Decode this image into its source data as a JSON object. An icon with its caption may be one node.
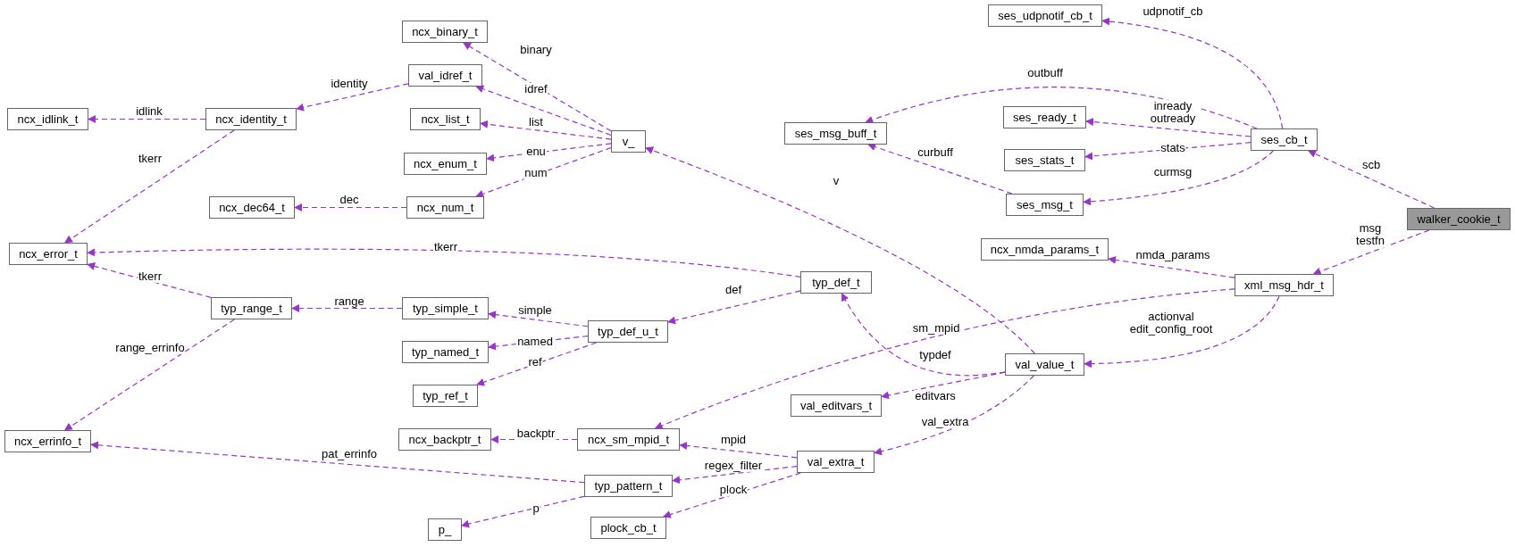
{
  "diagram": {
    "nodes": [
      {
        "text": [
          "ses_udpnotif_cb_t"
        ]
      },
      {
        "text": [
          "ncx_binary_t"
        ]
      },
      {
        "text": [
          "val_idref_t"
        ]
      },
      {
        "text": [
          "ncx_idlink_t"
        ]
      },
      {
        "text": [
          "ncx_identity_t"
        ]
      },
      {
        "text": [
          "ncx_list_t"
        ]
      },
      {
        "text": [
          "ses_msg_buff_t"
        ]
      },
      {
        "text": [
          "ses_ready_t"
        ]
      },
      {
        "text": [
          "ses_cb_t"
        ]
      },
      {
        "text": [
          "v_"
        ]
      },
      {
        "text": [
          "ncx_enum_t"
        ]
      },
      {
        "text": [
          "ses_stats_t"
        ]
      },
      {
        "text": [
          "ncx_dec64_t"
        ]
      },
      {
        "text": [
          "ncx_num_t"
        ]
      },
      {
        "text": [
          "ses_msg_t"
        ]
      },
      {
        "text": [
          "walker_cookie_t"
        ]
      },
      {
        "text": [
          "ncx_error_t"
        ]
      },
      {
        "text": [
          "ncx_nmda_params_t"
        ]
      },
      {
        "text": [
          "typ_def_t"
        ]
      },
      {
        "text": [
          "xml_msg_hdr_t"
        ]
      },
      {
        "text": [
          "typ_range_t"
        ]
      },
      {
        "text": [
          "typ_simple_t"
        ]
      },
      {
        "text": [
          "typ_def_u_t"
        ]
      },
      {
        "text": [
          "typ_named_t"
        ]
      },
      {
        "text": [
          "val_value_t"
        ]
      },
      {
        "text": [
          "typ_ref_t"
        ]
      },
      {
        "text": [
          "val_editvars_t"
        ]
      },
      {
        "text": [
          "ncx_errinfo_t"
        ]
      },
      {
        "text": [
          "ncx_backptr_t"
        ]
      },
      {
        "text": [
          "ncx_sm_mpid_t"
        ]
      },
      {
        "text": [
          "val_extra_t"
        ]
      },
      {
        "text": [
          "typ_pattern_t"
        ]
      },
      {
        "text": [
          "p_"
        ]
      },
      {
        "text": [
          "plock_cb_t"
        ]
      }
    ],
    "edges": [
      {
        "from": 15,
        "to": 8,
        "arrow": "to",
        "label": "scb"
      },
      {
        "from": 15,
        "to": 19,
        "arrow": "to",
        "label": "msg testfn"
      },
      {
        "from": 8,
        "to": 0,
        "arrow": "to",
        "label": "udpnotif_cb"
      },
      {
        "from": 8,
        "to": 6,
        "arrow": "to",
        "label": "outbuff"
      },
      {
        "from": 8,
        "to": 7,
        "arrow": "to",
        "label": "inready outready"
      },
      {
        "from": 8,
        "to": 11,
        "arrow": "to",
        "label": "stats"
      },
      {
        "from": 8,
        "to": 14,
        "arrow": "to",
        "label": "curmsg"
      },
      {
        "from": 14,
        "to": 6,
        "arrow": "to",
        "label": "curbuff"
      },
      {
        "from": 19,
        "to": 17,
        "arrow": "to",
        "label": "nmda_params"
      },
      {
        "from": 19,
        "to": 29,
        "arrow": "to",
        "label": "sm_mpid"
      },
      {
        "from": 19,
        "to": 24,
        "arrow": "to",
        "label": "actionval edit_config_root"
      },
      {
        "from": 24,
        "to": 9,
        "arrow": "to",
        "label": "v"
      },
      {
        "from": 24,
        "to": 18,
        "arrow": "to",
        "label": "typdef"
      },
      {
        "from": 24,
        "to": 26,
        "arrow": "to",
        "label": "editvars"
      },
      {
        "from": 24,
        "to": 30,
        "arrow": "to",
        "label": "val_extra"
      },
      {
        "from": 9,
        "to": 1,
        "arrow": "to",
        "label": "binary"
      },
      {
        "from": 9,
        "to": 2,
        "arrow": "to",
        "label": "idref"
      },
      {
        "from": 9,
        "to": 5,
        "arrow": "to",
        "label": "list"
      },
      {
        "from": 9,
        "to": 10,
        "arrow": "to",
        "label": "enu"
      },
      {
        "from": 9,
        "to": 13,
        "arrow": "to",
        "label": "num"
      },
      {
        "from": 13,
        "to": 12,
        "arrow": "to",
        "label": "dec"
      },
      {
        "from": 2,
        "to": 4,
        "arrow": "to",
        "label": "identity"
      },
      {
        "from": 4,
        "to": 3,
        "arrow": "to",
        "label": "idlink"
      },
      {
        "from": 4,
        "to": 16,
        "arrow": "to",
        "label": "tkerr"
      },
      {
        "from": 18,
        "to": 16,
        "arrow": "to",
        "label": "tkerr"
      },
      {
        "from": 18,
        "to": 22,
        "arrow": "to",
        "label": "def"
      },
      {
        "from": 22,
        "to": 21,
        "arrow": "to",
        "label": "simple"
      },
      {
        "from": 22,
        "to": 23,
        "arrow": "to",
        "label": "named"
      },
      {
        "from": 22,
        "to": 25,
        "arrow": "to",
        "label": "ref"
      },
      {
        "from": 21,
        "to": 20,
        "arrow": "to",
        "label": "range"
      },
      {
        "from": 20,
        "to": 16,
        "arrow": "to",
        "label": "tkerr"
      },
      {
        "from": 20,
        "to": 27,
        "arrow": "to",
        "label": "range_errinfo"
      },
      {
        "from": 29,
        "to": 28,
        "arrow": "to",
        "label": "backptr"
      },
      {
        "from": 30,
        "to": 29,
        "arrow": "to",
        "label": "mpid"
      },
      {
        "from": 30,
        "to": 31,
        "arrow": "to",
        "label": "regex_filter"
      },
      {
        "from": 30,
        "to": 33,
        "arrow": "to",
        "label": "plock"
      },
      {
        "from": 31,
        "to": 27,
        "arrow": "to",
        "label": "pat_errinfo"
      },
      {
        "from": 31,
        "to": 32,
        "arrow": "to",
        "label": "p"
      }
    ]
  }
}
